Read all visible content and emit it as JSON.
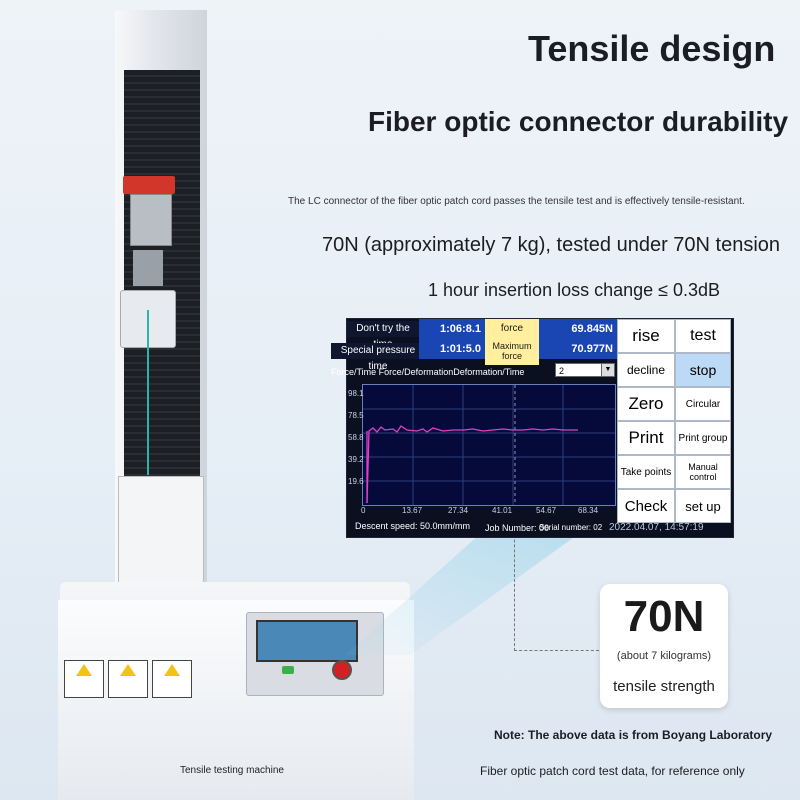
{
  "header": {
    "title": "Tensile design",
    "subtitle": "Fiber optic connector durability",
    "description": "The LC connector of the fiber optic patch cord passes the tensile test and is effectively tensile-resistant.",
    "spec_tension": "70N (approximately 7 kg), tested under 70N tension",
    "spec_loss": "1 hour insertion loss change ≤ 0.3dB"
  },
  "screen": {
    "row1_label": "Don't try the time",
    "row1_time": "1:06:8.1",
    "row1_type": "force",
    "row1_value": "69.845N",
    "row2_label": "Special pressure time",
    "row2_time": "1:01:5.0",
    "row2_type": "Maximum force",
    "row2_value": "70.977N",
    "mode_label": "Force/Time Force/DeformationDeformation/Time",
    "mode_select": "2",
    "y_ticks": [
      "98.1",
      "78.5",
      "58.8",
      "39.2",
      "19.6"
    ],
    "x_ticks": [
      "0",
      "13.67",
      "27.34",
      "41.01",
      "54.67",
      "68.34"
    ],
    "descent_speed": "Descent speed: 50.0mm/mm",
    "job_number": "Job Number: 00",
    "serial_number": "Serial number: 02",
    "datetime": "2022.04.07, 14:57:19",
    "buttons": {
      "rise": "rise",
      "test": "test",
      "decline": "decline",
      "stop": "stop",
      "zero": "Zero",
      "circular": "Circular",
      "print": "Print",
      "print_group": "Print group",
      "take_points": "Take points",
      "manual_control": "Manual control",
      "check": "Check",
      "set_up": "set up"
    },
    "curve_color": "#e040c8"
  },
  "result_card": {
    "value": "70N",
    "note": "(about 7 kilograms)",
    "label": "tensile strength"
  },
  "footer": {
    "note1": "Note: The above data is from Boyang Laboratory",
    "note2": "Fiber optic patch cord test data, for reference only",
    "machine_caption": "Tensile testing machine"
  }
}
